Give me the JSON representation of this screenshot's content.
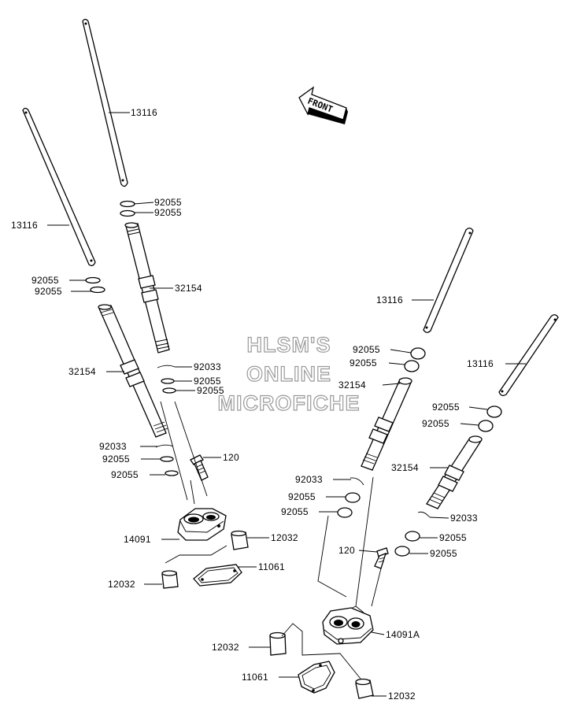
{
  "diagram": {
    "front_label": "FRONT",
    "watermark": [
      "HLSM'S",
      "ONLINE",
      "MICROFICHE"
    ],
    "part_labels": [
      "13116",
      "13116",
      "92055",
      "92055",
      "92055",
      "92055",
      "32154",
      "32154",
      "92033",
      "92055",
      "92055",
      "92033",
      "92055",
      "92055",
      "120",
      "14091",
      "12032",
      "12032",
      "11061",
      "13116",
      "92055",
      "92055",
      "32154",
      "13116",
      "92055",
      "92055",
      "32154",
      "92033",
      "92055",
      "92055",
      "92033",
      "92055",
      "92055",
      "120",
      "14091A",
      "12032",
      "11061",
      "12032"
    ]
  }
}
